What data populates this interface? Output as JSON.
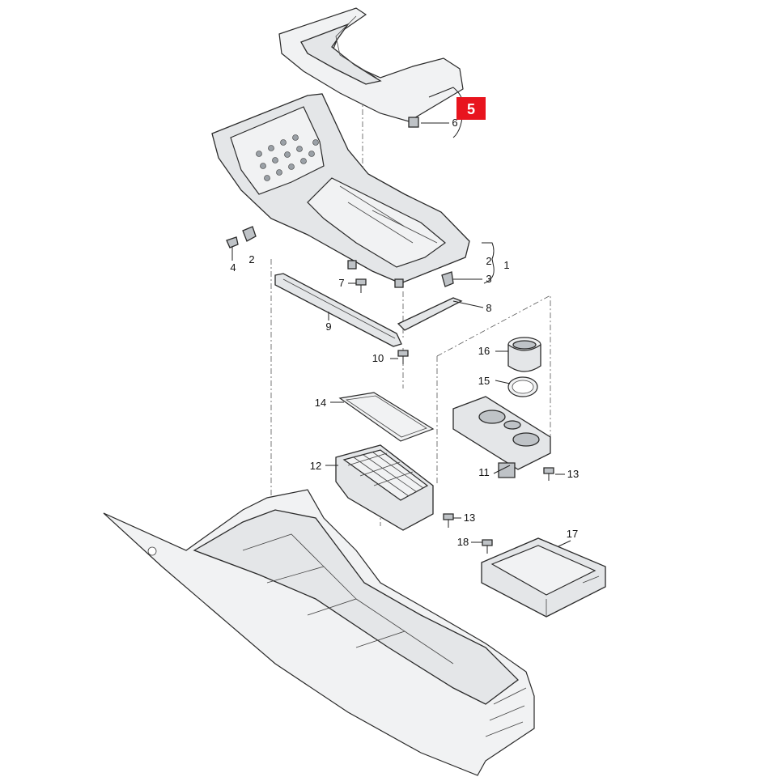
{
  "diagram": {
    "highlight": {
      "text": "5",
      "color": "#e8141e"
    },
    "callouts": [
      "1",
      "2",
      "2",
      "3",
      "4",
      "6",
      "7",
      "8",
      "9",
      "10",
      "11",
      "12",
      "13",
      "13",
      "14",
      "15",
      "16",
      "17",
      "18"
    ]
  }
}
